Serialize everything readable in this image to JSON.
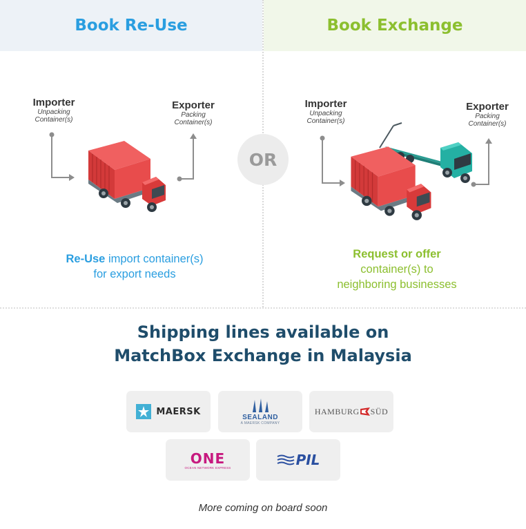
{
  "panels": {
    "reuse": {
      "title": "Book Re-Use",
      "importer": {
        "title": "Importer",
        "sub1": "Unpacking",
        "sub2": "Container(s)"
      },
      "exporter": {
        "title": "Exporter",
        "sub1": "Packing",
        "sub2": "Container(s)"
      },
      "caption_bold": "Re-Use",
      "caption_rest": " import container(s)",
      "caption_line2": "for export needs"
    },
    "exchange": {
      "title": "Book Exchange",
      "importer": {
        "title": "Importer",
        "sub1": "Unpacking",
        "sub2": "Container(s)"
      },
      "exporter": {
        "title": "Exporter",
        "sub1": "Packing",
        "sub2": "Container(s)"
      },
      "caption_bold": "Request or offer",
      "caption_line2": "container(s) to",
      "caption_line3": "neighboring businesses"
    },
    "or_label": "OR"
  },
  "shipping": {
    "title_line1": "Shipping lines available on",
    "title_line2": "MatchBox Exchange in Malaysia",
    "logos": [
      {
        "name": "MAERSK"
      },
      {
        "name": "SEALAND",
        "tag": "A MAERSK COMPANY"
      },
      {
        "name_a": "HAMBURG",
        "name_b": "SÜD"
      },
      {
        "name": "ONE",
        "tag": "OCEAN NETWORK EXPRESS"
      },
      {
        "name": "PIL"
      }
    ],
    "footer": "More coming on board soon"
  },
  "colors": {
    "reuse_blue": "#2a9ee0",
    "exchange_green": "#8cbf2f",
    "title_navy": "#1f4d6b",
    "container_red": "#e04646",
    "truck_teal": "#24b0a3",
    "one_magenta": "#c7197f",
    "pil_blue": "#2a4fa0",
    "maersk_blue": "#42b0d5"
  }
}
